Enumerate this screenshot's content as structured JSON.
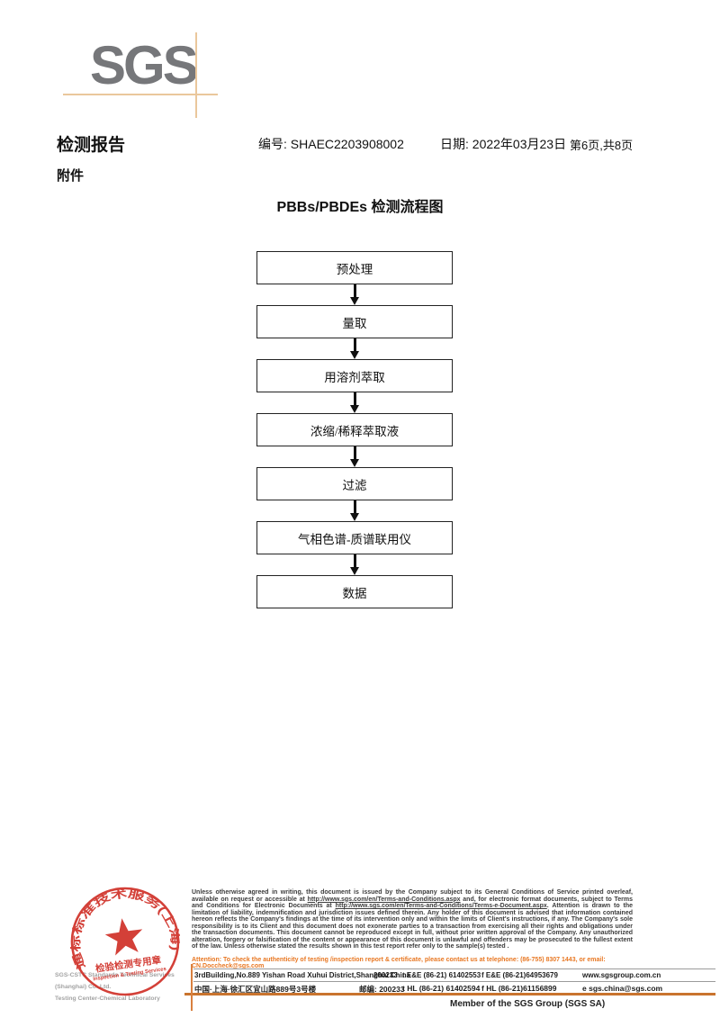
{
  "logo": {
    "text": "SGS"
  },
  "header": {
    "title": "检测报告",
    "number": "编号: SHAEC2203908002",
    "date": "日期: 2022年03月23日",
    "page_info": "第6页,共8页",
    "attachment": "附件"
  },
  "flowchart": {
    "title": "PBBs/PBDEs 检测流程图",
    "steps": [
      {
        "label": "预处理"
      },
      {
        "label": "量取"
      },
      {
        "label": "用溶剂萃取"
      },
      {
        "label": "浓缩/稀释萃取液"
      },
      {
        "label": "过滤"
      },
      {
        "label": "气相色谱-质谱联用仪"
      },
      {
        "label": "数据"
      }
    ]
  },
  "stamp": {
    "ring_text": "通标标准技术服务(上海)有限公司",
    "seal_text": "检验检测专用章",
    "seal_sub": "Inspection & Testing Services",
    "color": "#d03028"
  },
  "company": {
    "name_en": "SGS-CSTC Standards Technical Services (Shanghai) Co.,Ltd.",
    "dept_en": "Testing Center-Chemical Laboratory"
  },
  "legal": {
    "p1": "Unless otherwise agreed in writing, this document is issued by the Company subject to its General Conditions of Service printed overleaf, available on request or accessible at ",
    "url1": "http://www.sgs.com/en/Terms-and-Conditions.aspx",
    "p2": " and, for electronic format documents, subject to Terms and Conditions for Electronic Documents at ",
    "url2": "http://www.sgs.com/en/Terms-and-Conditions/Terms-e-Document.aspx",
    "p3": ". Attention is drawn to the limitation of liability, indemnification and jurisdiction issues defined therein. Any holder of this document is advised that information contained hereon reflects the Company's findings at the time of its intervention only and within the limits of Client's instructions, if any. The Company's sole responsibility is to its Client and this document does not exonerate parties to a transaction from exercising all their rights and obligations under the transaction documents. This document cannot be reproduced except in full, without prior written approval of the Company. Any unauthorized alteration, forgery or falsification of the content or appearance of this document is unlawful and offenders may be prosecuted to the fullest extent of the law. Unless otherwise stated the results shown in this test report refer only to the sample(s) tested .",
    "attention": "Attention: To check the authenticity of testing /inspection report & certificate, please contact us at telephone: (86-755) 8307 1443, or email: CN.Doccheck@sgs.com"
  },
  "address": {
    "row1": {
      "address": "3rdBuilding,No.889 Yishan Road Xuhui District,Shanghai China",
      "postal": "200233",
      "tel": "t E&E (86-21) 61402553",
      "fax": "f E&E (86-21)64953679",
      "site": "www.sgsgroup.com.cn"
    },
    "row2": {
      "address": "中国·上海·徐汇区宜山路889号3号楼",
      "postal": "邮编: 200233",
      "tel": "t HL (86-21) 61402594",
      "fax": "f HL (86-21)61156899",
      "site": "e sgs.china@sgs.com"
    }
  },
  "footer": {
    "member": "Member of the SGS Group (SGS SA)"
  }
}
